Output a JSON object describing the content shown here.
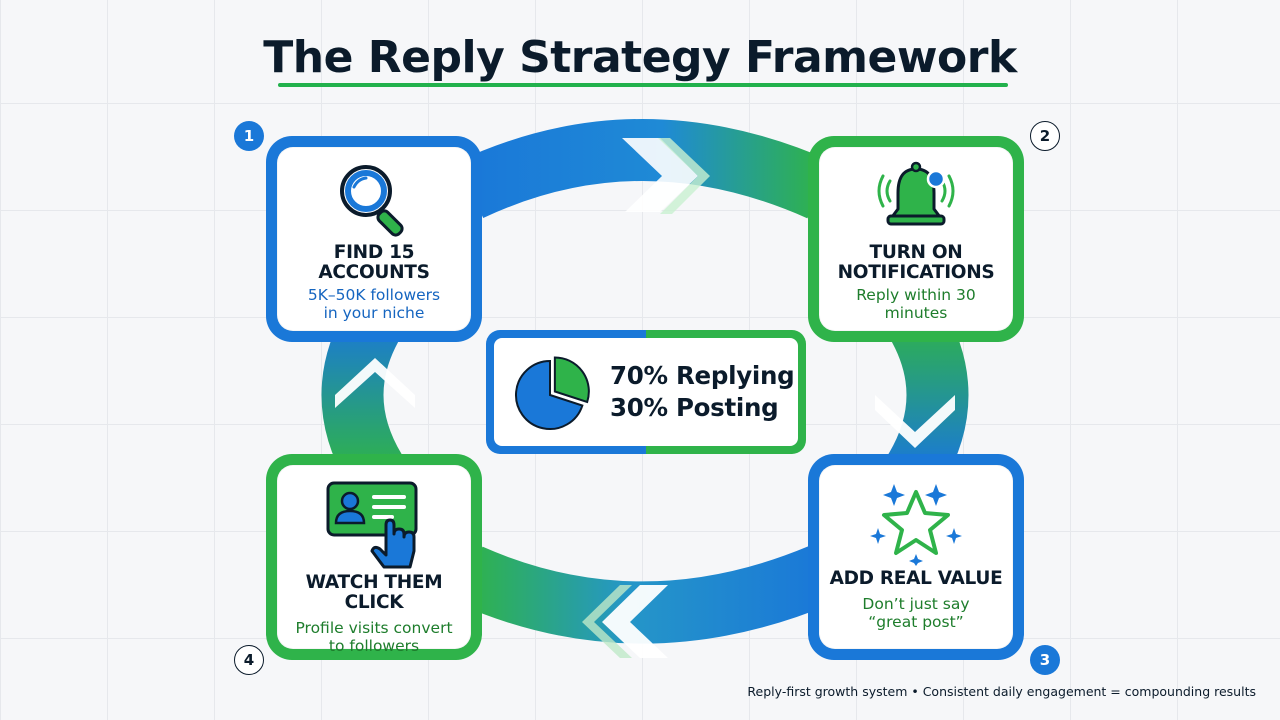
{
  "title": "The Reply Strategy Framework",
  "steps": [
    {
      "number": "1",
      "title_line1": "FIND 15",
      "title_line2": "ACCOUNTS",
      "desc_line1": "5K–50K followers",
      "desc_line2": "in your niche",
      "icon": "magnifying-glass-icon",
      "accent": "#1a78d8"
    },
    {
      "number": "2",
      "title_line1": "TURN ON",
      "title_line2": "NOTIFICATIONS",
      "desc_line1": "Reply within 30",
      "desc_line2": "minutes",
      "icon": "notification-bell-icon",
      "accent": "#2fb34a"
    },
    {
      "number": "3",
      "title_line1": "ADD REAL VALUE",
      "desc_line1": "Don’t just say",
      "desc_line2": "“great post”",
      "icon": "sparkle-star-icon",
      "accent": "#1a78d8"
    },
    {
      "number": "4",
      "title_line1": "WATCH THEM CLICK",
      "desc_line1": "Profile visits convert",
      "desc_line2": "to followers",
      "icon": "profile-click-icon",
      "accent": "#2fb34a"
    }
  ],
  "center": {
    "line1": "70% Replying",
    "line2": "30% Posting",
    "icon": "pie-chart-icon",
    "split": {
      "replying": 70,
      "posting": 30
    }
  },
  "footer": "Reply-first growth system  •  Consistent daily engagement = compounding results",
  "colors": {
    "blue": "#1a78d8",
    "green": "#2fb34a",
    "dark": "#0b1b2b"
  }
}
